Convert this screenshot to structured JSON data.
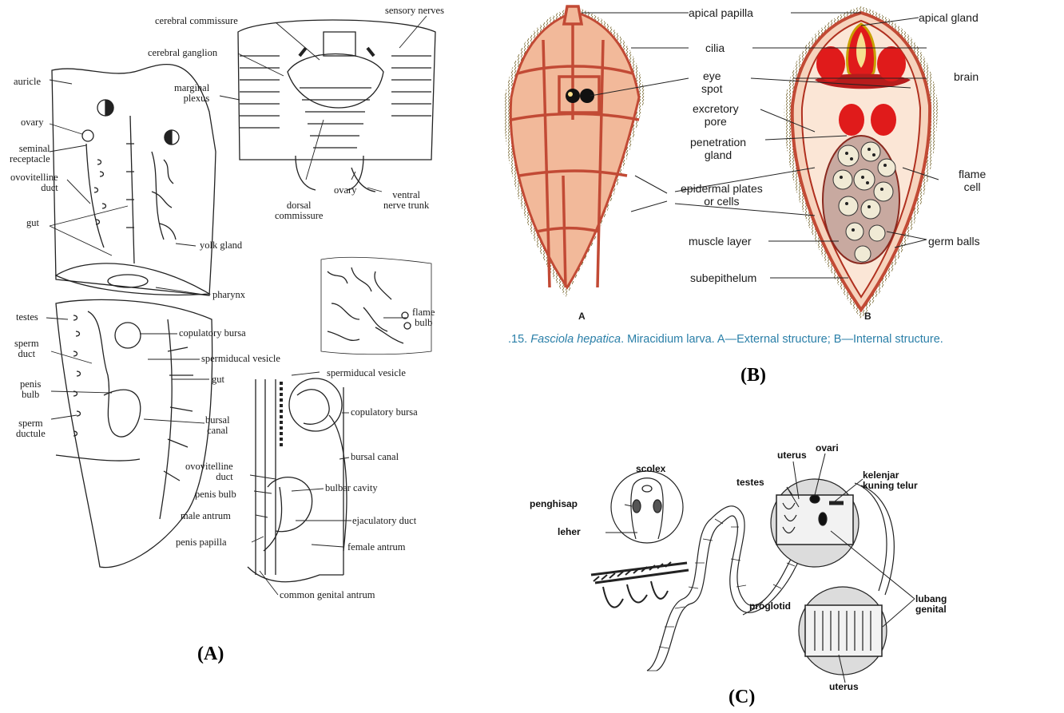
{
  "panel_a": {
    "caption": "(A)",
    "labels": {
      "cerebral_commissure": "cerebral commissure",
      "sensory_nerves": "sensory nerves",
      "cerebral_ganglion": "cerebral ganglion",
      "marginal_plexus": "marginal\nplexus",
      "auricle": "auricle",
      "ovary": "ovary",
      "seminal_receptacle": "seminal\nreceptacle",
      "ovovitelline_duct": "ovovitelline\nduct",
      "gut": "gut",
      "dorsal_commissure": "dorsal\ncommissure",
      "ovary_2": "ovary",
      "ventral_nerve_trunk": "ventral\nnerve trunk",
      "yolk_gland": "yolk gland",
      "pharynx": "pharynx",
      "testes": "testes",
      "sperm_duct": "sperm\nduct",
      "penis_bulb": "penis\nbulb",
      "sperm_ductule": "sperm\nductule",
      "copulatory_bursa": "copulatory bursa",
      "spermiducal_vesicle": "spermiducal vesicle",
      "gut_2": "gut",
      "bursal_canal": "bursal\ncanal",
      "flame_bulb": "flame\nbulb",
      "spermiducal_vesicle_2": "spermiducal vesicle",
      "copulatory_bursa_2": "copulatory bursa",
      "bursal_canal_2": "bursal canal",
      "ovovitelline_duct_2": "ovovitelline\nduct",
      "penis_bulb_2": "penis bulb",
      "bulbar_cavity": "bulbar cavity",
      "male_antrum": "male antrum",
      "ejaculatory_duct": "ejaculatory duct",
      "penis_papilla": "penis papilla",
      "female_antrum": "female antrum",
      "common_genital_antrum": "common genital antrum"
    }
  },
  "panel_b": {
    "caption": "(B)",
    "figure_caption_num": ".15.",
    "figure_caption_species": "Fasciola hepatica",
    "figure_caption_rest": ". Miracidium larva. A—External structure; B—Internal structure.",
    "sub_a": "A",
    "sub_b": "B",
    "labels": {
      "apical_papilla": "apical papilla",
      "apical_gland": "apical gland",
      "cilia": "cilia",
      "eye_spot": "eye\nspot",
      "brain": "brain",
      "excretory_pore": "excretory\npore",
      "penetration_gland": "penetration\ngland",
      "flame_cell": "flame\ncell",
      "epidermal_plates": "epidermal plates\nor cells",
      "muscle_layer": "muscle layer",
      "germ_balls": "germ balls",
      "subepithelum": "subepithelum"
    }
  },
  "panel_c": {
    "caption": "(C)",
    "labels": {
      "scolex": "scolex",
      "penghisap": "penghisap",
      "leher": "leher",
      "uterus": "uterus",
      "ovari": "ovari",
      "testes": "testes",
      "kelenjar": "kelenjar\nkuning telur",
      "proglotid": "proglotid",
      "lubang_genital": "lubang\ngenital",
      "uterus_2": "uterus"
    }
  },
  "colors": {
    "miracidium_fill": "#f2b99a",
    "miracidium_plate_line": "#c24a35",
    "gland_red": "#e01b1b",
    "caption_blue": "#2a7fa8",
    "cilia": "#6b5a1e"
  }
}
